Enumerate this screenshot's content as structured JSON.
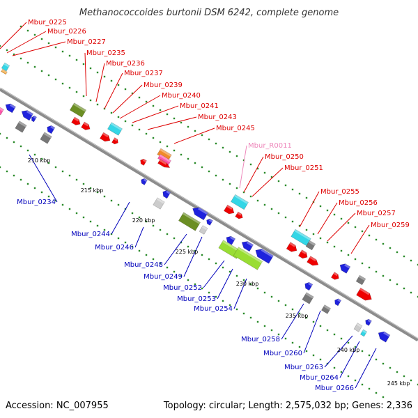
{
  "title": "Methanococcoides burtonii DSM 6242, complete genome",
  "footer": {
    "accession": "Accession: NC_007955",
    "summary": "Topology: circular; Length: 2,575,032 bp; Genes: 2,336"
  },
  "colors": {
    "backbone": "#8c8c8c",
    "dots": "#2a8a2a",
    "forward_label": "#dd0000",
    "reverse_label": "#0000bb",
    "rna_label": "#ee88bb"
  },
  "ticks": [
    "210 kbp",
    "215 kbp",
    "220 kbp",
    "225 kbp",
    "230 kbp",
    "235 kbp",
    "240 kbp",
    "245 kbp"
  ],
  "top_labels": [
    "Mbur_0225",
    "Mbur_0226",
    "Mbur_0227",
    "Mbur_0235",
    "Mbur_0236",
    "Mbur_0237",
    "Mbur_0239",
    "Mbur_0240",
    "Mbur_0241",
    "Mbur_0243",
    "Mbur_0245",
    "Mbur_R0011",
    "Mbur_0250",
    "Mbur_0251",
    "Mbur_0255",
    "Mbur_0256",
    "Mbur_0257",
    "Mbur_0259"
  ],
  "bottom_labels": [
    "Mbur_0234",
    "Mbur_0244",
    "Mbur_0246",
    "Mbur_0248",
    "Mbur_0249",
    "Mbur_0252",
    "Mbur_0253",
    "Mbur_0254",
    "Mbur_0258",
    "Mbur_0260",
    "Mbur_0263",
    "Mbur_0264",
    "Mbur_0266"
  ]
}
